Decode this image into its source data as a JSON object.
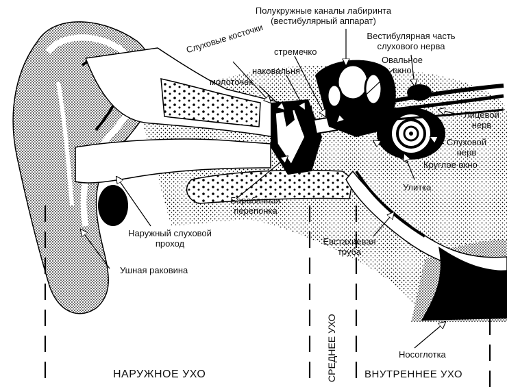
{
  "labels": {
    "semicircular": [
      "Полукружные каналы лабиринта",
      "(вестибулярный аппарат)"
    ],
    "vestibular_nerve": [
      "Вестибулярная часть",
      "слухового нерва"
    ],
    "ossicles": "Слуховые косточки",
    "stapes": "стремечко",
    "oval_window": [
      "Овальное",
      "окно"
    ],
    "incus": "наковальня",
    "malleus": "молоточек",
    "facial_nerve": [
      "Лицевой",
      "нерв"
    ],
    "auditory_nerve": [
      "Слуховой",
      "нерв"
    ],
    "round_window": "Круглое окно",
    "cochlea": "Улитка",
    "eardrum": [
      "Барабанная",
      "перепонка"
    ],
    "ear_canal": [
      "Наружный слуховой",
      "проход"
    ],
    "eustachian": [
      "Евстахиевая",
      "труба"
    ],
    "pinna": "Ушная раковина",
    "nasopharynx": "Носоглотка"
  },
  "sections": {
    "outer": "НАРУЖНОЕ УХО",
    "middle": "СРЕДНЕЕ УХО",
    "inner": "ВНУТРЕННЕЕ УХО"
  }
}
